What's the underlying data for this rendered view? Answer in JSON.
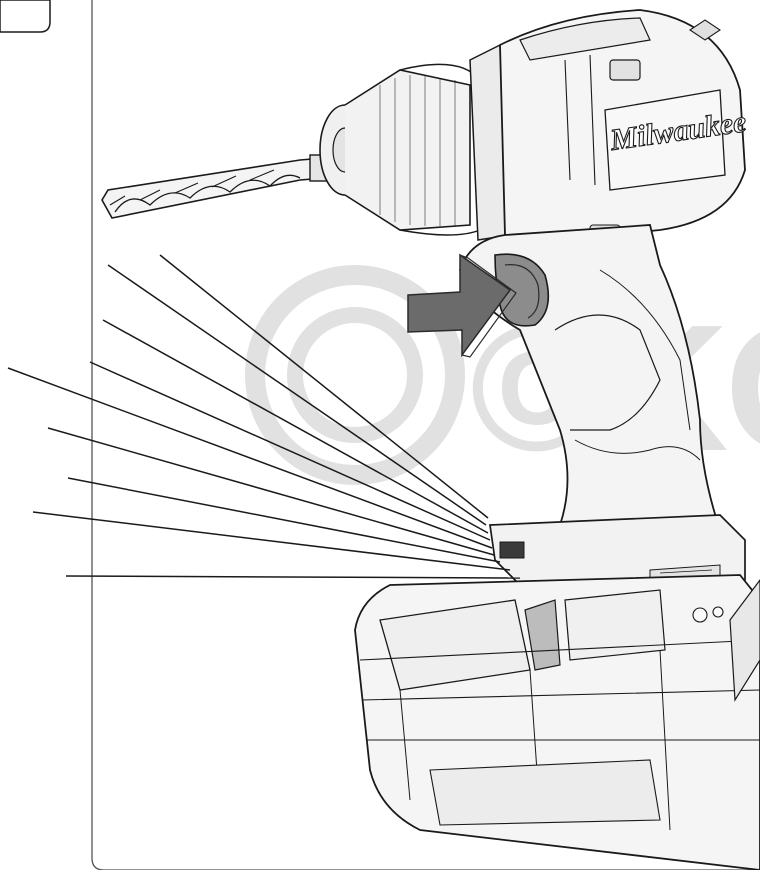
{
  "manual_page": {
    "tool_brand": "Milwaukee",
    "watermark_text": "©KOM",
    "colors": {
      "outline": "#1a1a1a",
      "tool_body": "#f4f4f4",
      "shadow": "#d8d8d8",
      "dark_panel": "#3a3a3a",
      "arrow_fill": "#6b6b6b",
      "arrow_stroke": "#2a2a2a",
      "watermark": "#c9c9c9",
      "frame_line": "#555555"
    },
    "arrow_meaning": "press-direction",
    "leader_line_count": 9,
    "icons": [
      "drill-bit-icon",
      "press-arrow-icon",
      "brand-logo-icon"
    ]
  }
}
